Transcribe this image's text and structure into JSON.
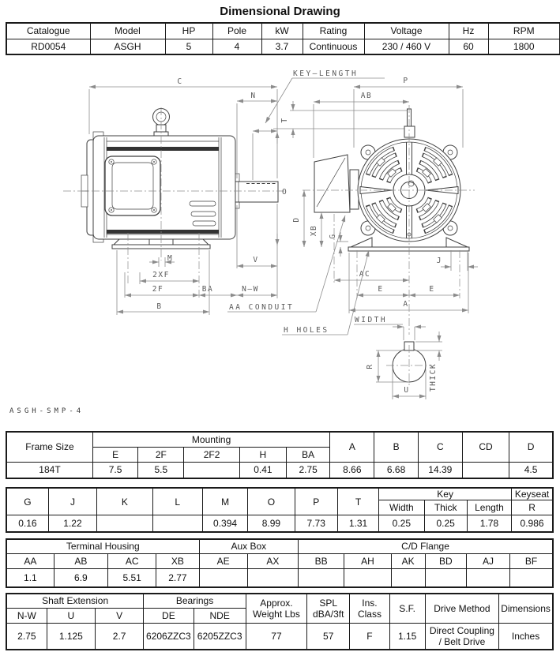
{
  "title": "Dimensional Drawing",
  "tables": {
    "spec": {
      "headers": [
        "Catalogue",
        "Model",
        "HP",
        "Pole",
        "kW",
        "Rating",
        "Voltage",
        "Hz",
        "RPM"
      ],
      "row": [
        "RD0054",
        "ASGH",
        "5",
        "4",
        "3.7",
        "Continuous",
        "230 / 460 V",
        "60",
        "1800"
      ]
    },
    "frame": {
      "col_frame_size": "Frame Size",
      "group_mounting": "Mounting",
      "mounting_cols": [
        "E",
        "2F",
        "2F2",
        "H",
        "BA"
      ],
      "tail_cols": [
        "A",
        "B",
        "C",
        "CD",
        "D"
      ],
      "row": [
        "184T",
        "7.5",
        "5.5",
        "",
        "0.41",
        "2.75",
        "8.66",
        "6.68",
        "14.39",
        "",
        "4.5"
      ]
    },
    "dims": {
      "cols": [
        "G",
        "J",
        "K",
        "L",
        "M",
        "O",
        "P",
        "T"
      ],
      "group_key": "Key",
      "key_cols": [
        "Width",
        "Thick",
        "Length"
      ],
      "group_keyseat": "Keyseat",
      "keyseat_col": "R",
      "row": [
        "0.16",
        "1.22",
        "",
        "",
        "0.394",
        "8.99",
        "7.73",
        "1.31",
        "0.25",
        "0.25",
        "1.78",
        "0.986"
      ]
    },
    "housing": {
      "groups": [
        "Terminal Housing",
        "Aux Box",
        "C/D Flange"
      ],
      "cols": [
        "AA",
        "AB",
        "AC",
        "XB",
        "AE",
        "AX",
        "BB",
        "AH",
        "AK",
        "BD",
        "AJ",
        "BF"
      ],
      "row": [
        "1.1",
        "6.9",
        "5.51",
        "2.77",
        "",
        "",
        "",
        "",
        "",
        "",
        "",
        ""
      ]
    },
    "shaft": {
      "group_shaft": "Shaft Extension",
      "group_bearings": "Bearings",
      "sub_cols": [
        "N-W",
        "U",
        "V",
        "DE",
        "NDE"
      ],
      "tall_cols": [
        "Approx. Weight Lbs",
        "SPL dBA/3ft",
        "Ins. Class",
        "S.F.",
        "Drive Method",
        "Dimensions"
      ],
      "row": [
        "2.75",
        "1.125",
        "2.7",
        "6206ZZC3",
        "6205ZZC3",
        "77",
        "57",
        "F",
        "1.15",
        "Direct Coupling / Belt Drive",
        "Inches"
      ]
    }
  },
  "drawing": {
    "code": "ASGH-SMP-4",
    "labels": {
      "c": "C",
      "n": "N",
      "key_length": "KEY—LENGTH",
      "t": "T",
      "o": "O",
      "v": "V",
      "m": "M",
      "xf2": "2XF",
      "f2": "2F",
      "ba": "BA",
      "nw": "N—W",
      "b": "B",
      "aa_conduit": "AA CONDUIT",
      "p": "P",
      "ab": "AB",
      "d": "D",
      "xb": "XB",
      "g": "G",
      "j": "J",
      "ac": "AC",
      "e1": "E",
      "e2": "E",
      "a": "A",
      "width": "WIDTH",
      "h_holes": "H HOLES",
      "r": "R",
      "u": "U",
      "thick": "THICK"
    }
  }
}
